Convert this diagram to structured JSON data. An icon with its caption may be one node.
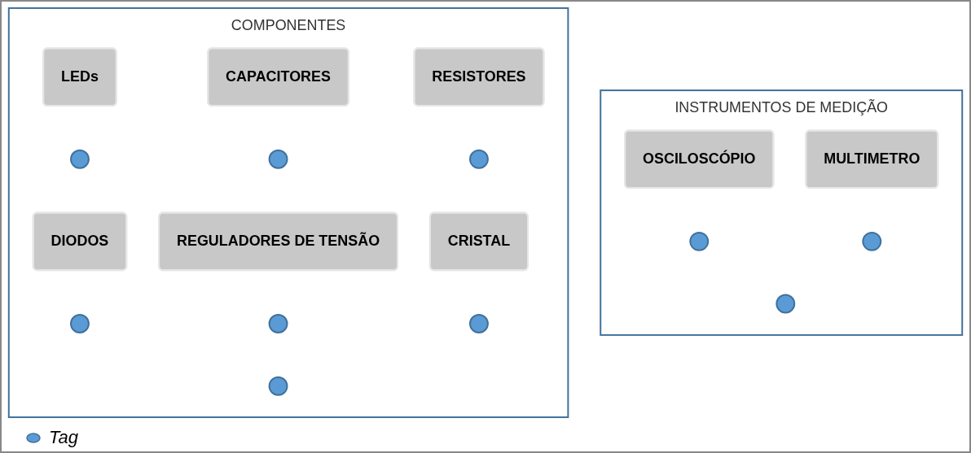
{
  "diagram": {
    "nodes": [
      {
        "text": [
          "COMPONENTES"
        ]
      },
      {
        "text": [
          "LEDs"
        ],
        "in": 0
      },
      {
        "text": [
          "CAPACITORES"
        ],
        "in": 0
      },
      {
        "text": [
          "RESISTORES"
        ],
        "in": 0
      },
      {
        "text": [],
        "shape": "circle",
        "in": 0
      },
      {
        "text": [],
        "shape": "circle",
        "in": 0
      },
      {
        "text": [],
        "shape": "circle",
        "in": 0
      },
      {
        "text": [
          "DIODOS"
        ],
        "in": 0
      },
      {
        "text": [
          "REGULADORES DE TENSÃO"
        ],
        "in": 0
      },
      {
        "text": [
          "CRISTAL"
        ],
        "in": 0
      },
      {
        "text": [],
        "shape": "circle",
        "in": 0
      },
      {
        "text": [],
        "shape": "circle",
        "in": 0
      },
      {
        "text": [],
        "shape": "circle",
        "in": 0
      },
      {
        "text": [],
        "shape": "circle",
        "in": 0
      },
      {
        "text": [
          "INSTRUMENTOS DE MEDIÇÃO"
        ]
      },
      {
        "text": [
          "OSCILOSCÓPIO"
        ],
        "in": 14
      },
      {
        "text": [
          "MULTIMETRO"
        ],
        "in": 14
      },
      {
        "text": [],
        "shape": "circle",
        "in": 14
      },
      {
        "text": [],
        "shape": "circle",
        "in": 14
      },
      {
        "text": [],
        "shape": "circle",
        "in": 14
      }
    ],
    "edges": [],
    "legend": [
      {
        "text": "Tag"
      }
    ]
  }
}
